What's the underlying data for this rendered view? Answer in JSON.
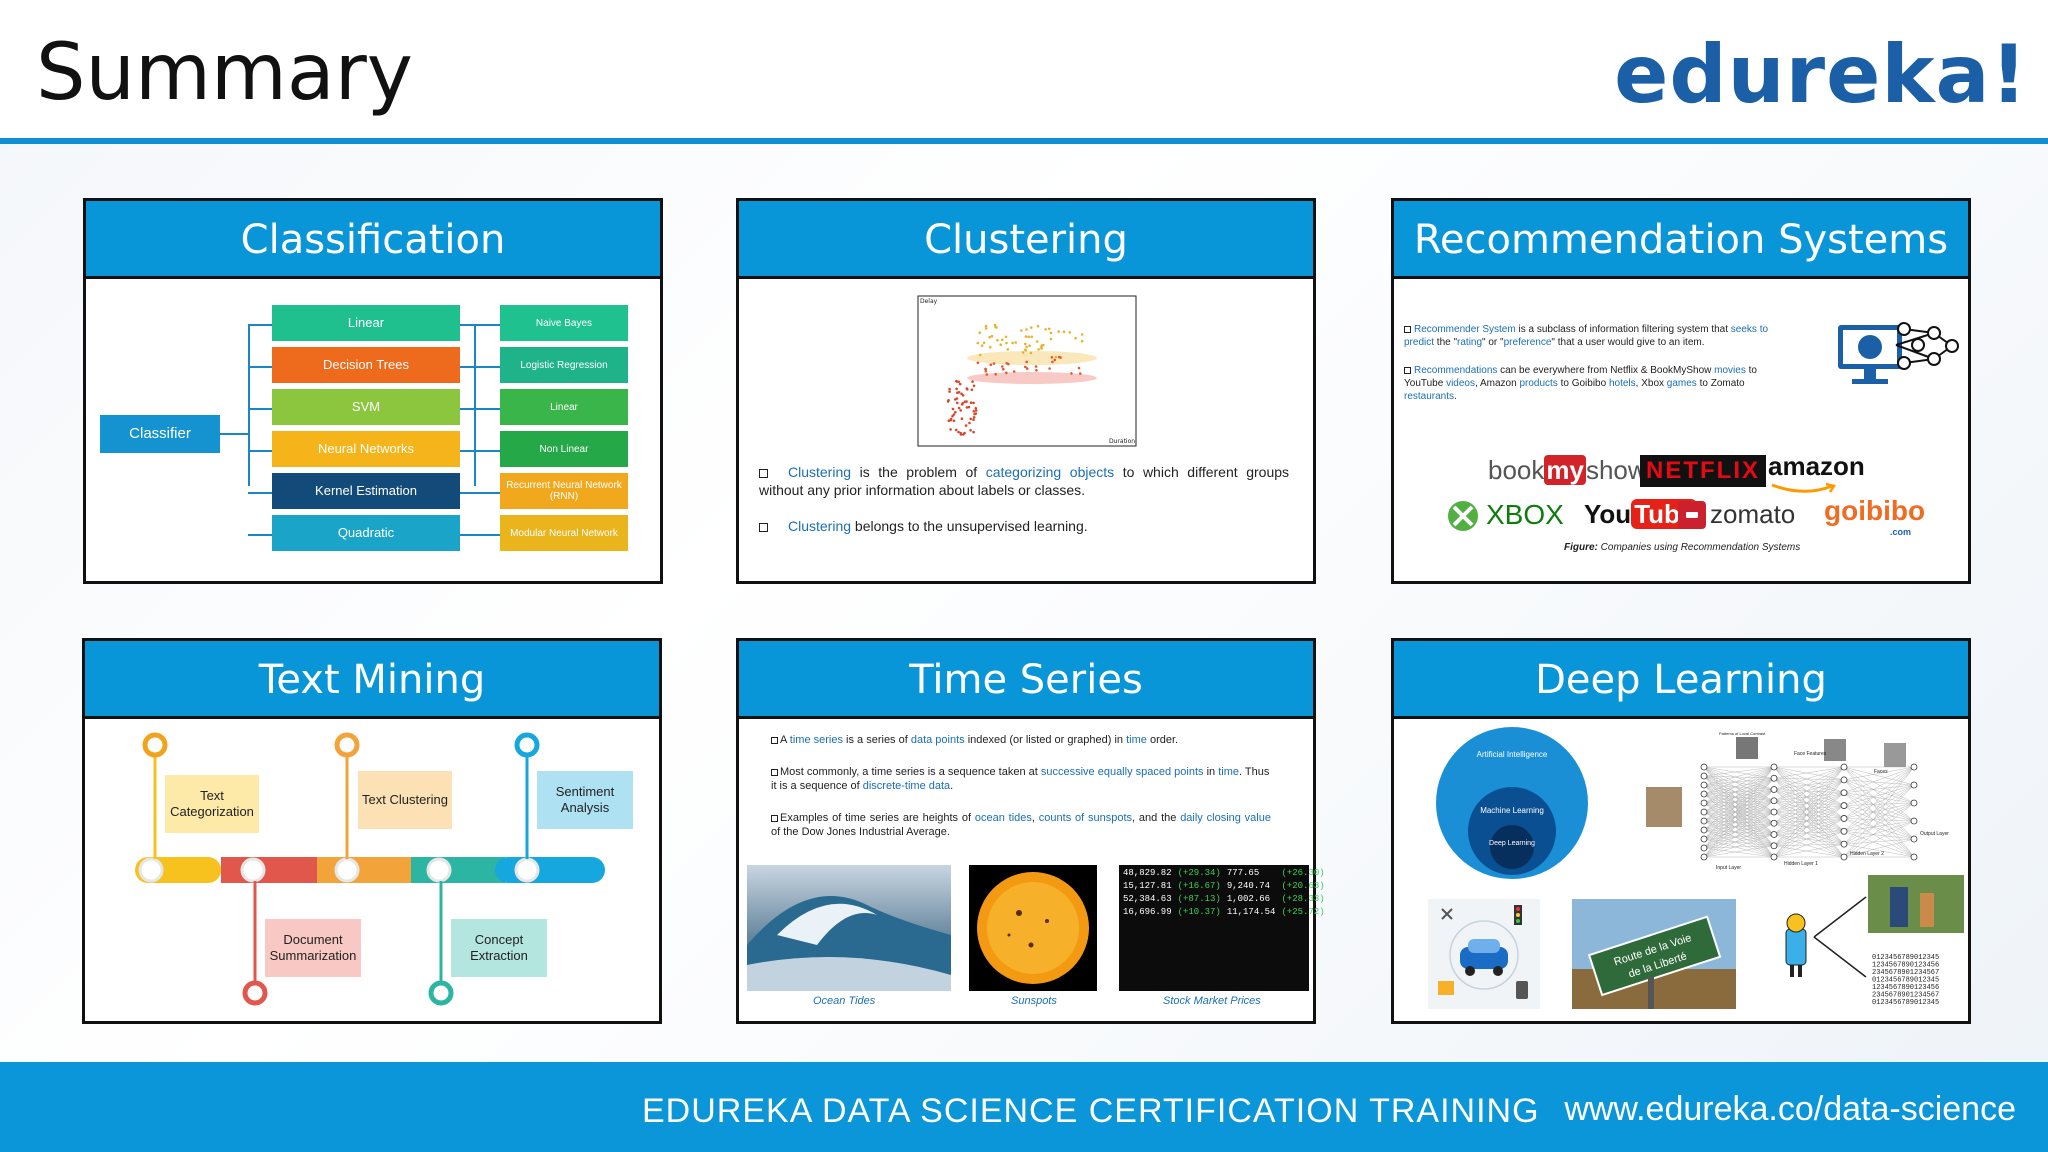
{
  "page": {
    "title": "Summary",
    "logo": "edureka!"
  },
  "footer": {
    "title": "EDUREKA DATA SCIENCE CERTIFICATION TRAINING",
    "url": "www.edureka.co/data-science"
  },
  "colors": {
    "accent": "#0896d8",
    "logo": "#1b5fa6"
  },
  "cards": {
    "classification": {
      "title": "Classification",
      "root": "Classifier",
      "left": [
        "Linear",
        "Decision Trees",
        "SVM",
        "Neural Networks",
        "Kernel Estimation",
        "Quadratic"
      ],
      "right": [
        "Naive Bayes",
        "Logistic Regression",
        "Linear",
        "Non Linear",
        "Recurrent Neural Network (RNN)",
        "Modular Neural Network"
      ]
    },
    "clustering": {
      "title": "Clustering",
      "y_label": "Delay",
      "x_label": "Duration",
      "b1_t1": "Clustering",
      "b1_t2": " is the problem of ",
      "b1_t3": "categorizing",
      "b1_t4": " ",
      "b1_t5": "objects",
      "b1_t6": " to which different groups without any prior information about labels or classes.",
      "b2_t1": "Clustering",
      "b2_t2": " belongs to the unsupervised learning."
    },
    "recommendation": {
      "title": "Recommendation Systems",
      "p1_a": "Recommender System",
      "p1_b": " is a subclass of information filtering system that ",
      "p1_c": "seeks to predict",
      "p1_d": " the \"",
      "p1_e": "rating",
      "p1_f": "\" or \"",
      "p1_g": "preference",
      "p1_h": "\" that a user would give to an item.",
      "p2_a": "Recommendations",
      "p2_b": " can be everywhere from Netflix & BookMyShow ",
      "p2_c": "movies",
      "p2_d": " to YouTube ",
      "p2_e": "videos",
      "p2_f": ", Amazon ",
      "p2_g": "products",
      "p2_h": " to Goibibo ",
      "p2_i": "hotels",
      "p2_j": ", Xbox ",
      "p2_k": "games",
      "p2_l": " to Zomato ",
      "p2_m": "restaurants",
      "p2_n": ".",
      "brands": {
        "bookmyshow_a": "book",
        "bookmyshow_b": "my",
        "bookmyshow_c": "show",
        "netflix": "NETFLIX",
        "amazon": "amazon",
        "xbox": "XBOX",
        "youtube_a": "You",
        "youtube_b": "Tube",
        "zomato": "zomato",
        "goibibo": "goibibo",
        "goibibo_sub": ".com"
      },
      "figure_label": "Figure:",
      "figure_text": " Companies using Recommendation Systems"
    },
    "text_mining": {
      "title": "Text Mining",
      "top": [
        "Text Categorization",
        "Text Clustering",
        "Sentiment Analysis"
      ],
      "bottom": [
        "Document Summarization",
        "Concept Extraction"
      ]
    },
    "time_series": {
      "title": "Time Series",
      "l1": [
        "A ",
        "time series",
        " is a series of ",
        "data points",
        " indexed (or listed or graphed) in ",
        "time",
        " order."
      ],
      "l2": [
        "Most commonly, a time series is a sequence taken at ",
        "successive equally spaced points",
        " in ",
        "time",
        ". Thus it is a sequence of ",
        "discrete-time data",
        "."
      ],
      "l3": [
        "Examples of time series are heights of ",
        "ocean tides",
        ", ",
        "counts of sunspots",
        ", and the ",
        "daily closing value",
        " of the Dow Jones Industrial Average."
      ],
      "captions": [
        "Ocean Tides",
        "Sunspots",
        "Stock Market Prices"
      ],
      "stock": [
        "48,829.82",
        "(+29.34)",
        "777.65",
        "(+26.30)",
        "15,127.81",
        "(+16.67)",
        "9,240.74",
        "(+20.63)",
        "52,384.63",
        "(+87.13)",
        "1,002.66",
        "(+28.33)",
        "16,696.99",
        "(+10.37)",
        "11,174.54",
        "(+25.72)"
      ]
    },
    "deep_learning": {
      "title": "Deep Learning",
      "circles": [
        "Artificial Intelligence",
        "Machine Learning",
        "Deep Learning"
      ],
      "net_labels": [
        "Patterns of Local Contrast",
        "Face Features",
        "Faces",
        "Input Layer",
        "Hidden Layer 1",
        "Hidden Layer 2",
        "Output Layer"
      ],
      "sign_a": "Route de la Voie",
      "sign_b": "de la Liberté"
    }
  }
}
